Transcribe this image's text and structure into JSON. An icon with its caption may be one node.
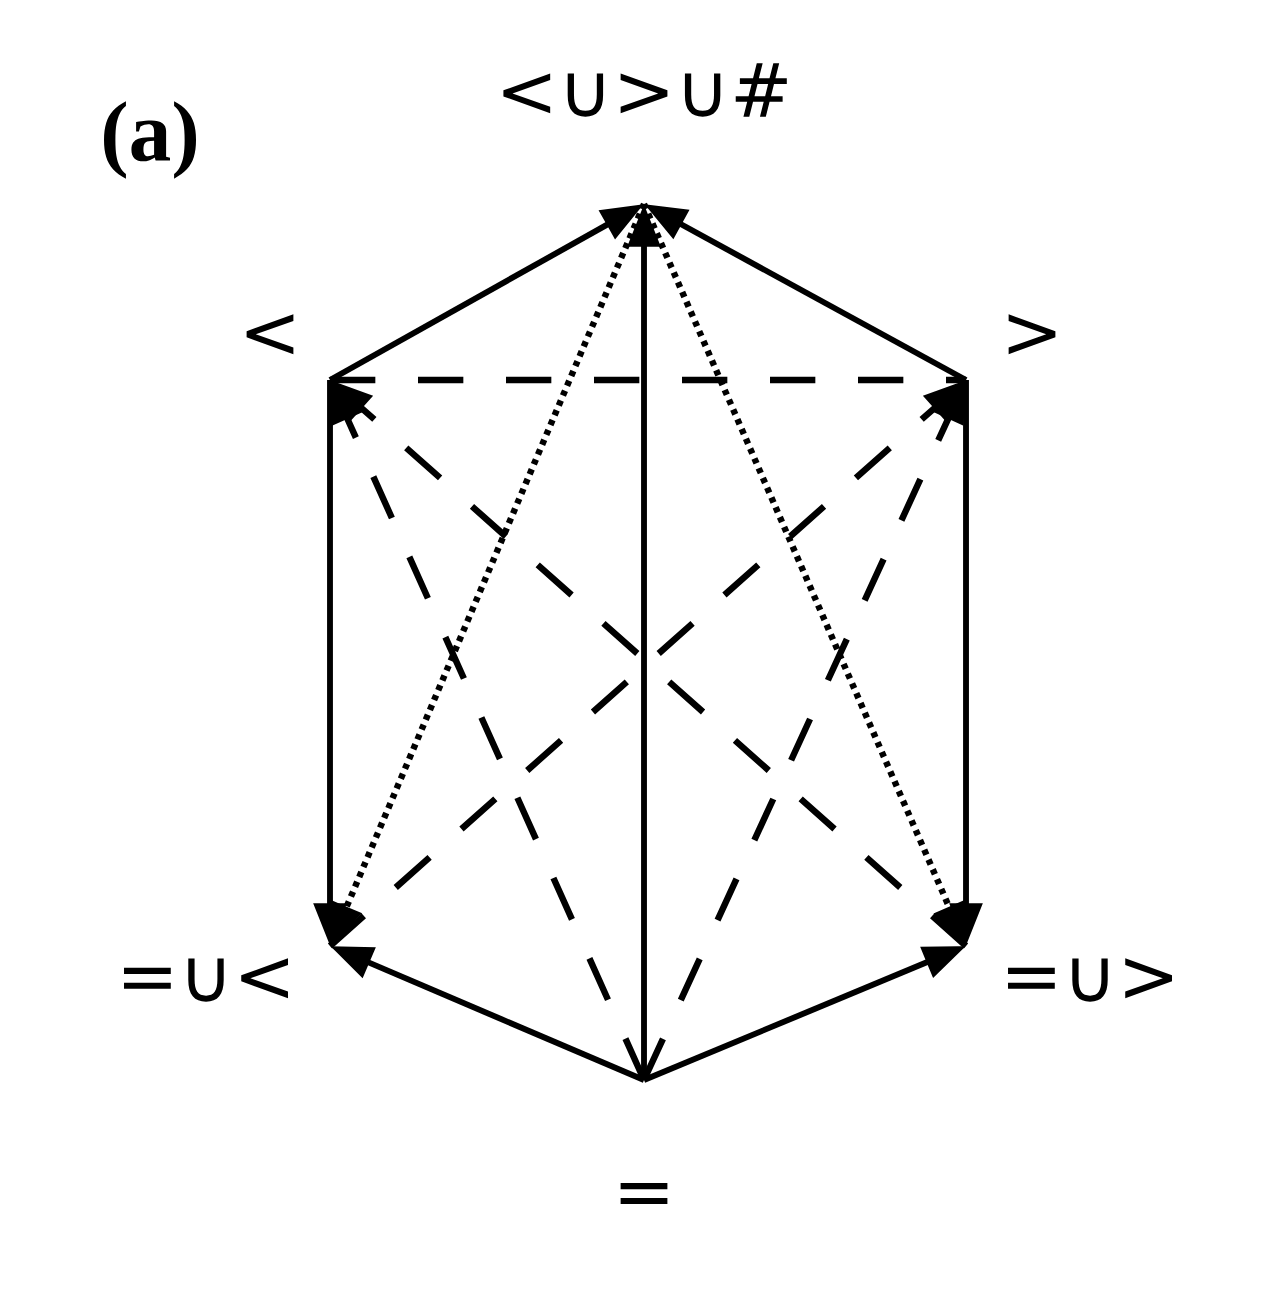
{
  "diagram": {
    "nodes": [
      {
        "text": [
          "<∪>∪#"
        ]
      },
      {
        "text": [
          "<"
        ]
      },
      {
        "text": [
          ">"
        ]
      },
      {
        "text": [
          "=∪<"
        ]
      },
      {
        "text": [
          "=∪>"
        ]
      },
      {
        "text": [
          "="
        ]
      }
    ],
    "edges": [
      {
        "from": 1,
        "to": 0,
        "arrow": "to"
      },
      {
        "from": 2,
        "to": 0,
        "arrow": "to"
      },
      {
        "from": 5,
        "to": 0,
        "arrow": "to"
      },
      {
        "from": 1,
        "to": 3,
        "arrow": "to"
      },
      {
        "from": 2,
        "to": 4,
        "arrow": "to"
      },
      {
        "from": 5,
        "to": 3,
        "arrow": "to"
      },
      {
        "from": 5,
        "to": 4,
        "arrow": "to"
      },
      {
        "from": 0,
        "to": 3,
        "arrow": "to",
        "style": "dashed"
      },
      {
        "from": 0,
        "to": 4,
        "arrow": "to",
        "style": "dashed"
      },
      {
        "from": 1,
        "to": 2,
        "arrow": "none",
        "style": "dashed"
      },
      {
        "from": 4,
        "to": 1,
        "arrow": "to",
        "style": "dashed"
      },
      {
        "from": 3,
        "to": 2,
        "arrow": "to",
        "style": "dashed"
      },
      {
        "from": 5,
        "to": 1,
        "arrow": "to",
        "style": "dashed"
      },
      {
        "from": 5,
        "to": 2,
        "arrow": "to",
        "style": "dashed"
      }
    ],
    "labels": [
      "(a)"
    ]
  }
}
